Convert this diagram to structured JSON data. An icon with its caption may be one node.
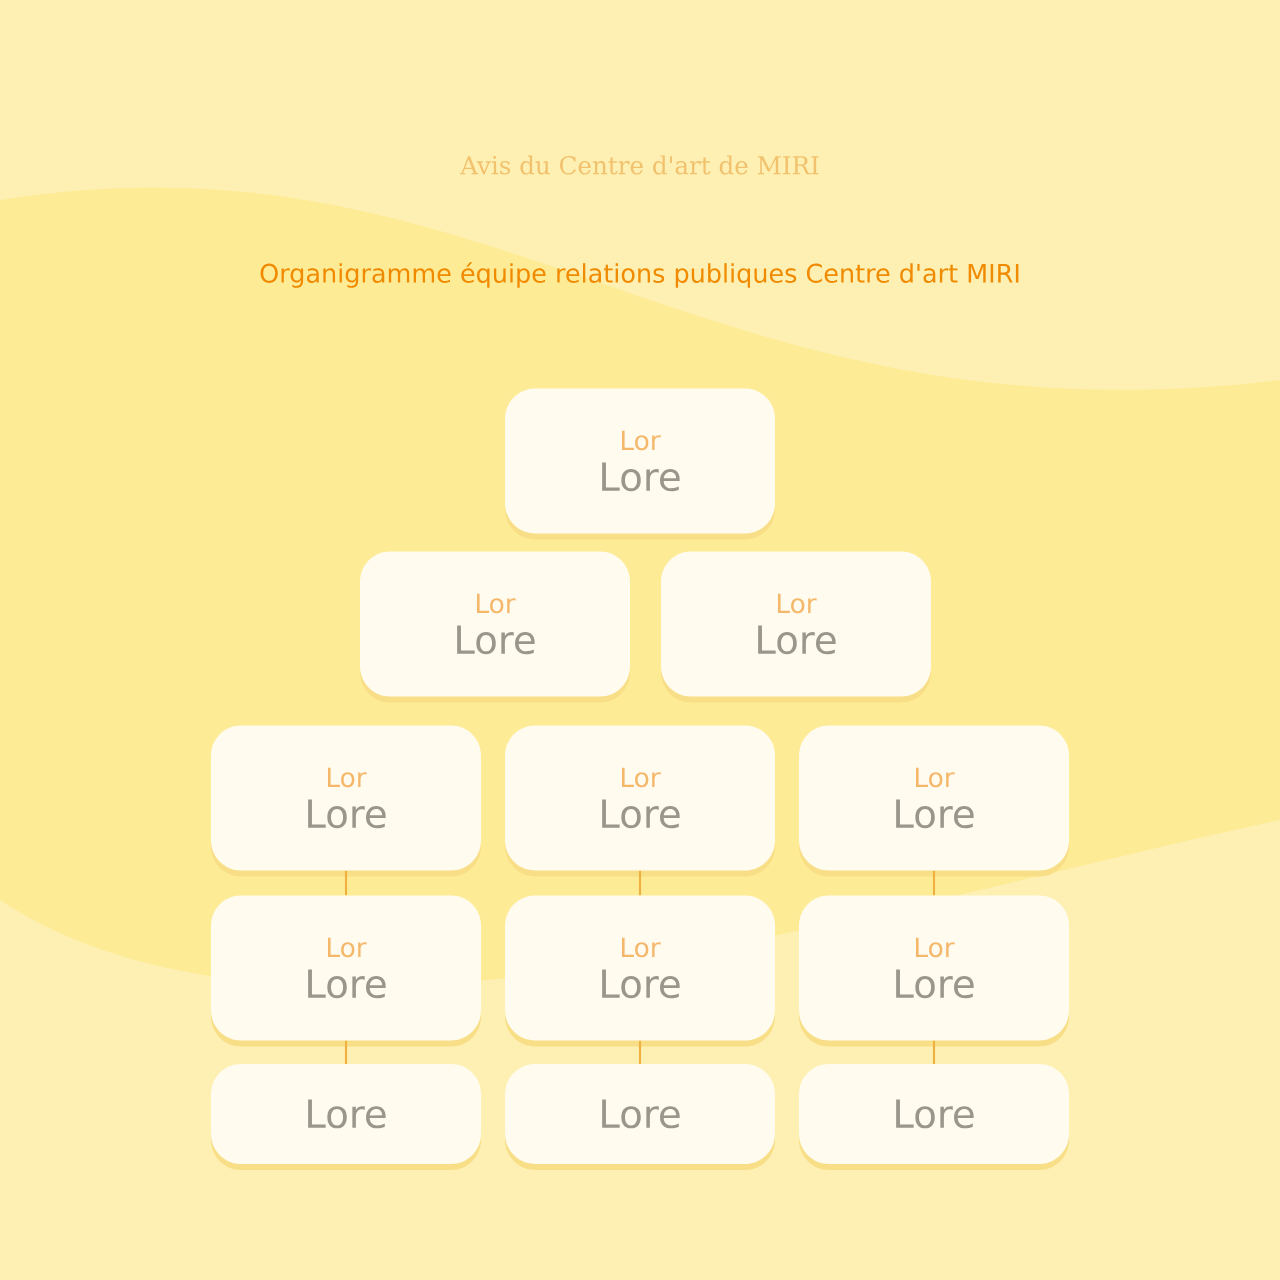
{
  "diagram": {
    "title": "Organigramme équipe relations publiques Centre d'art MIRI",
    "nodes": [
      {
        "text": [
          "Lor",
          "Lore"
        ]
      },
      {
        "text": [
          "Lor",
          "Lore"
        ]
      },
      {
        "text": [
          "Lor",
          "Lore"
        ]
      },
      {
        "text": [
          "Lor",
          "Lore"
        ]
      },
      {
        "text": [
          "Lor",
          "Lore"
        ]
      },
      {
        "text": [
          "Lor",
          "Lore"
        ]
      },
      {
        "text": [
          "Lor",
          "Lore"
        ]
      },
      {
        "text": [
          "Lor",
          "Lore"
        ]
      },
      {
        "text": [
          "Lor",
          "Lore"
        ]
      },
      {
        "text": [
          "Lore"
        ]
      },
      {
        "text": [
          "Lore"
        ]
      },
      {
        "text": [
          "Lore"
        ]
      }
    ],
    "edges": [
      {
        "from": 3,
        "to": 6,
        "arrow": "none"
      },
      {
        "from": 4,
        "to": 7,
        "arrow": "none"
      },
      {
        "from": 5,
        "to": 8,
        "arrow": "none"
      },
      {
        "from": 6,
        "to": 9,
        "arrow": "none"
      },
      {
        "from": 7,
        "to": 10,
        "arrow": "none"
      },
      {
        "from": 8,
        "to": 11,
        "arrow": "none"
      }
    ],
    "labels": [
      "Avis du Centre d'art de MIRI"
    ]
  }
}
